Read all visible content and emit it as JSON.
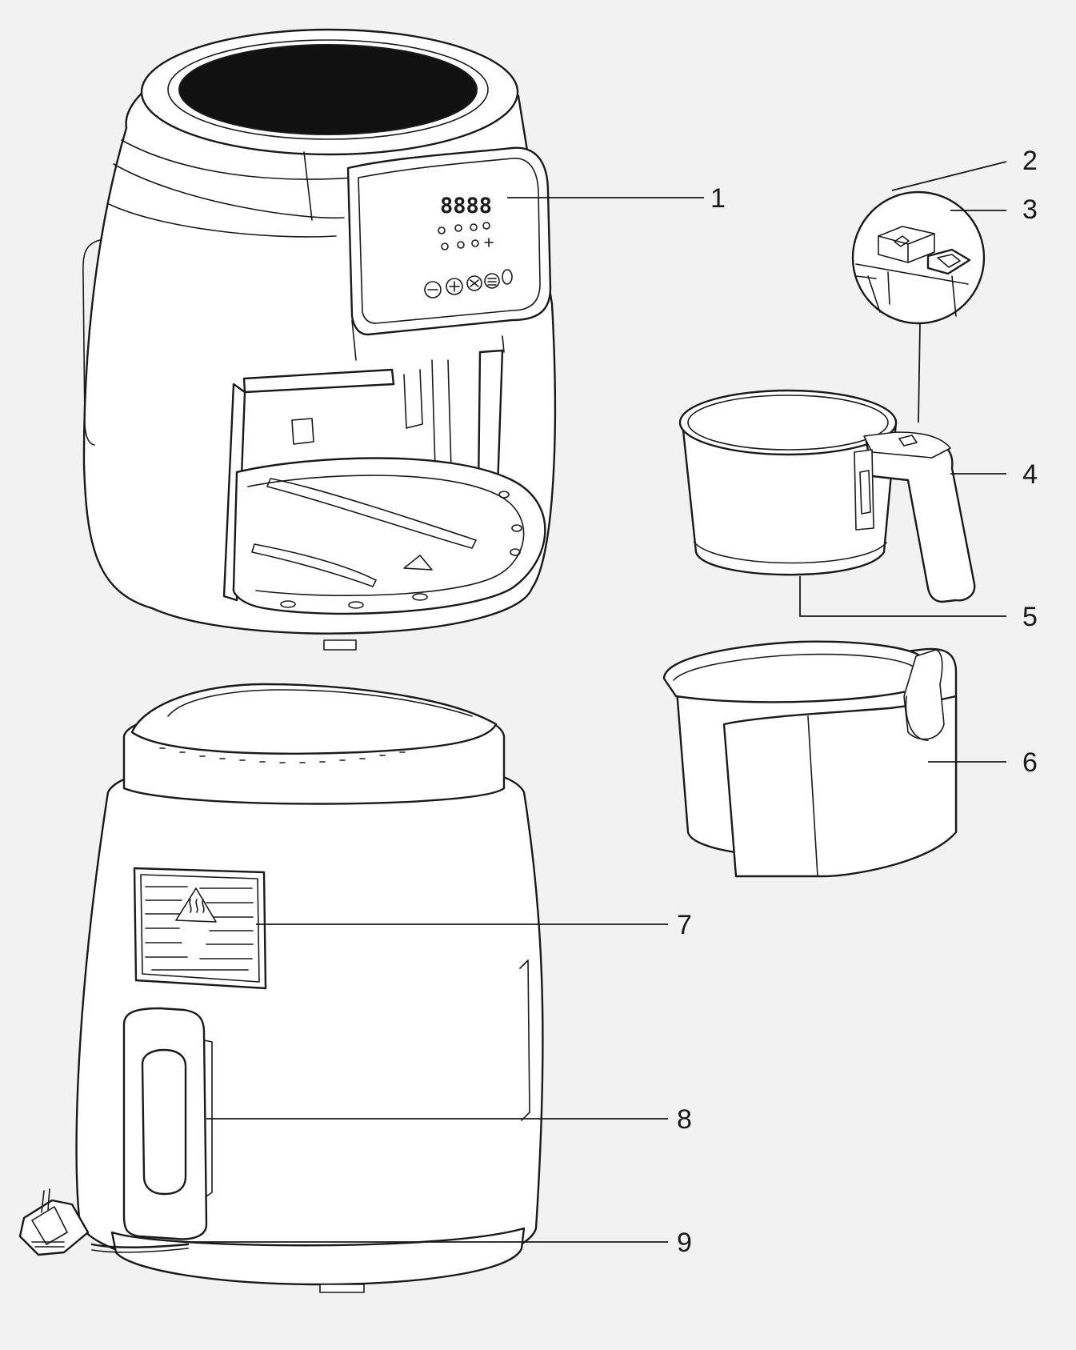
{
  "display": {
    "digits": "8888"
  },
  "callouts": [
    {
      "id": "c1",
      "label": "1"
    },
    {
      "id": "c2",
      "label": "2"
    },
    {
      "id": "c3",
      "label": "3"
    },
    {
      "id": "c4",
      "label": "4"
    },
    {
      "id": "c5",
      "label": "5"
    },
    {
      "id": "c6",
      "label": "6"
    },
    {
      "id": "c7",
      "label": "7"
    },
    {
      "id": "c8",
      "label": "8"
    },
    {
      "id": "c9",
      "label": "9"
    }
  ],
  "colors": {
    "background": "#f2f2f2",
    "line": "#1a1a1a",
    "fill": "#ffffff",
    "window": "#111111"
  }
}
